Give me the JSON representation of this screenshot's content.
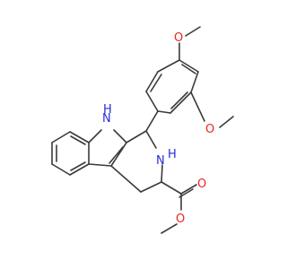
{
  "atoms": {
    "o_top": "O",
    "o_right": "O",
    "n_indole": "N",
    "h_indole": "H",
    "n_ring": "N",
    "h_ring": "H",
    "o_carbonyl": "O",
    "o_ester": "O"
  },
  "colors": {
    "bond": "#3a3a3a",
    "oxygen": "#e8231c",
    "nitrogen": "#2a2ad8"
  }
}
